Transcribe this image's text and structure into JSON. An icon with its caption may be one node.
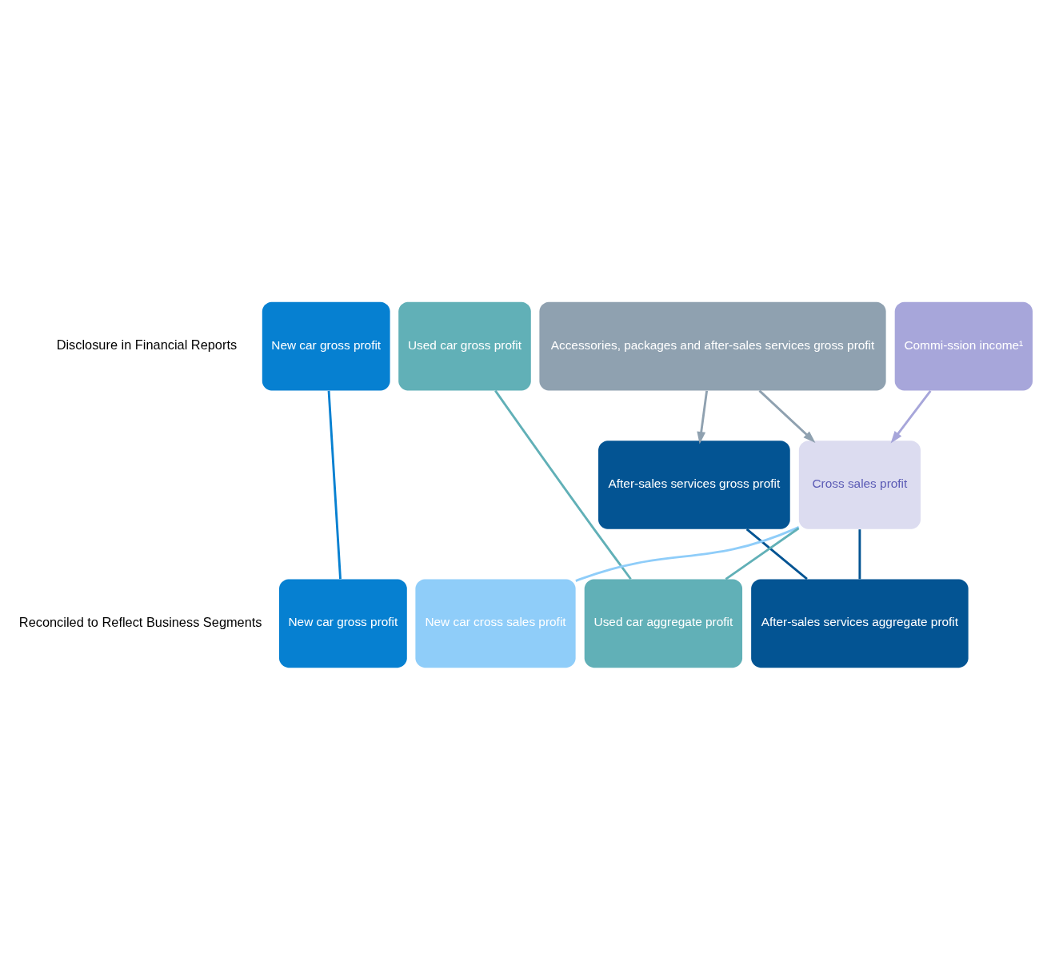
{
  "diagram": {
    "nodes": [
      {
        "text": [
          "New car gross profit"
        ]
      },
      {
        "text": [
          "Used car gross profit"
        ]
      },
      {
        "text": [
          "Accessories, packages and after-sales services gross profit"
        ]
      },
      {
        "text": [
          "Commi-ssion income¹"
        ]
      },
      {
        "text": [
          "After-sales services gross profit"
        ]
      },
      {
        "text": [
          "Cross sales profit"
        ]
      },
      {
        "text": [
          "New car gross profit"
        ]
      },
      {
        "text": [
          "New car cross sales profit"
        ]
      },
      {
        "text": [
          "Used car aggregate profit"
        ]
      },
      {
        "text": [
          "After-sales services aggregate profit"
        ]
      }
    ],
    "edges": [
      {
        "from": 2,
        "to": 4,
        "arrow": "to",
        "color": "#8fa1b0"
      },
      {
        "from": 2,
        "to": 5,
        "arrow": "to",
        "color": "#8fa1b0"
      },
      {
        "from": 3,
        "to": 5,
        "arrow": "to",
        "color": "#a7a6da"
      },
      {
        "from": 0,
        "to": 6,
        "arrow": "none",
        "color": "#0680d1"
      },
      {
        "from": 1,
        "to": 8,
        "arrow": "none",
        "color": "#61b0b7"
      },
      {
        "from": 4,
        "to": 9,
        "arrow": "none",
        "color": "#035493"
      },
      {
        "from": 5,
        "to": 7,
        "arrow": "none",
        "color": "#8fcdf9"
      },
      {
        "from": 5,
        "to": 8,
        "arrow": "none",
        "color": "#61b0b7"
      },
      {
        "from": 5,
        "to": 9,
        "arrow": "none",
        "color": "#035493"
      }
    ],
    "labels": [
      "Disclosure in Financial Reports",
      "Reconciled to Reflect Business Segments"
    ]
  }
}
